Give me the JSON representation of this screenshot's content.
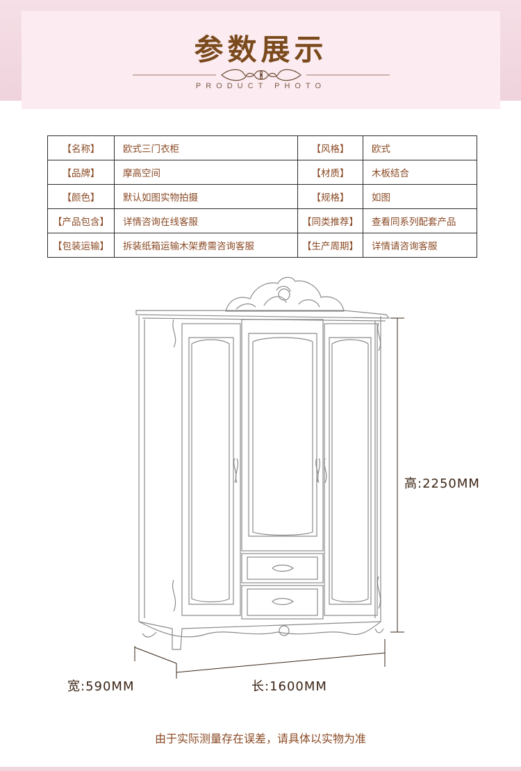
{
  "header": {
    "title": "参数展示",
    "subtitle": "PRODUCT PHOTO"
  },
  "specs": [
    {
      "k1": "【名称】",
      "v1": "欧式三门衣柜",
      "k2": "【风格】",
      "v2": "欧式"
    },
    {
      "k1": "【品牌】",
      "v1": "摩高空间",
      "k2": "【材质】",
      "v2": "木板结合"
    },
    {
      "k1": "【颜色】",
      "v1": "默认如图实物拍摄",
      "k2": "【规格】",
      "v2": "如图"
    },
    {
      "k1": "【产品包含】",
      "v1": "详情咨询在线客服",
      "k2": "【同类推荐】",
      "v2": "查看同系列配套产品"
    },
    {
      "k1": "【包装运输】",
      "v1": "拆装纸箱运输木架费需咨询客服",
      "k2": "【生产周期】",
      "v2": "详情请咨询客服"
    }
  ],
  "dimensions": {
    "height": "高:2250MM",
    "depth": "宽:590MM",
    "length": "长:1600MM"
  },
  "note": "由于实际测量存在误差，请具体以实物为准",
  "colors": {
    "title": "#7a4a1c",
    "text": "#8a4a25",
    "band": "#f6dfe6"
  }
}
